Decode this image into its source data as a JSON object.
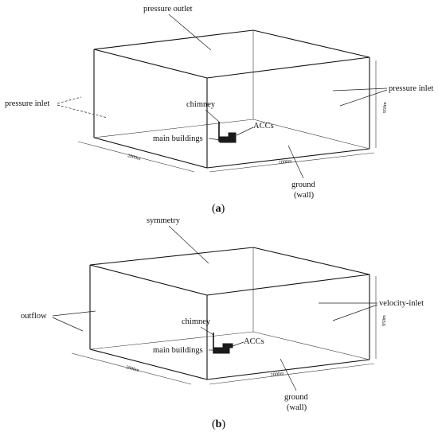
{
  "panel_a": {
    "caption_open": "(",
    "caption_letter": "a",
    "caption_close": ")",
    "labels": {
      "top": "pressure outlet",
      "left": "pressure inlet",
      "right": "pressure inlet",
      "chimney": "chimney",
      "accs": "ACCs",
      "main_buildings": "main buildings",
      "ground": "ground",
      "wall": "(wall)"
    },
    "dims": {
      "left": "2000m",
      "bottom": "2000m",
      "height": "950m"
    }
  },
  "panel_b": {
    "caption_open": "(",
    "caption_letter": "b",
    "caption_close": ")",
    "labels": {
      "top": "symmetry",
      "left": "outflow",
      "right": "velocity-inlet",
      "chimney": "chimney",
      "accs": "ACCs",
      "main_buildings": "main buildings",
      "ground": "ground",
      "wall": "(wall)"
    },
    "dims": {
      "left": "2000m",
      "bottom": "2000m",
      "height": "950m"
    }
  }
}
